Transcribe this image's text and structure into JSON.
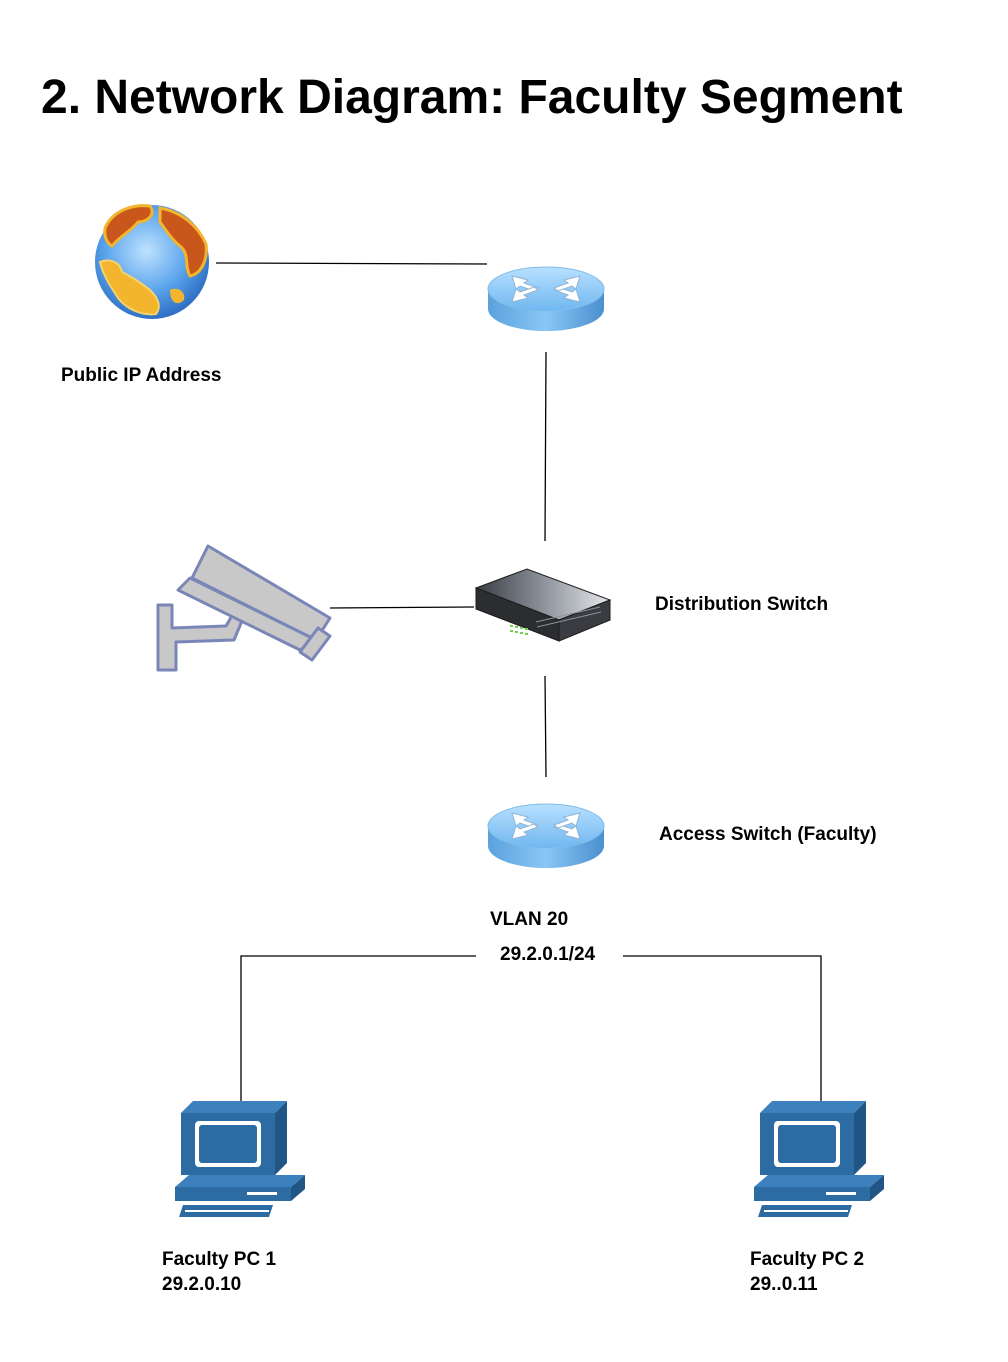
{
  "page": {
    "title": "2. Network Diagram: Faculty Segment"
  },
  "nodes": {
    "internet": {
      "label": "Public IP Address",
      "icon": "globe-icon"
    },
    "core_router": {
      "label": "",
      "icon": "router-icon"
    },
    "distribution_switch": {
      "label": "Distribution Switch",
      "icon": "network-switch-icon"
    },
    "camera": {
      "label": "",
      "icon": "cctv-camera-icon"
    },
    "access_switch": {
      "label": "Access Switch (Faculty)",
      "icon": "router-icon",
      "vlan": "VLAN 20",
      "subnet": "29.2.0.1/24"
    },
    "pc1": {
      "name": "Faculty PC 1",
      "ip": "29.2.0.10",
      "icon": "desktop-computer-icon"
    },
    "pc2": {
      "name": "Faculty PC 2",
      "ip": "29..0.11",
      "icon": "desktop-computer-icon"
    }
  },
  "colors": {
    "router_blue": "#5ba3e0",
    "pc_blue": "#2d6ca2",
    "camera_gray": "#c8c8c8",
    "camera_outline": "#7b86b8",
    "link_line": "#000000"
  }
}
